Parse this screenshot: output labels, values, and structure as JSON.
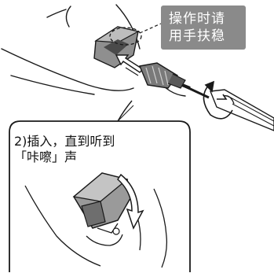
{
  "caution": {
    "line1": "操作时请",
    "line2": "用手扶稳"
  },
  "step": {
    "line1": "2)插入，直到听到",
    "line2": "「咔嚓」声"
  },
  "colors": {
    "line": "#1a1a1a",
    "caution_bg": "#8a8a8a",
    "caution_text": "#ffffff",
    "part_fill": "#9a9a9a",
    "part_shade": "#6e6e6e"
  },
  "icons": [
    "screwdriver-icon",
    "connector-icon",
    "insert-arrow-icon",
    "rotate-arrow-icon",
    "clip-arrow-icon"
  ]
}
